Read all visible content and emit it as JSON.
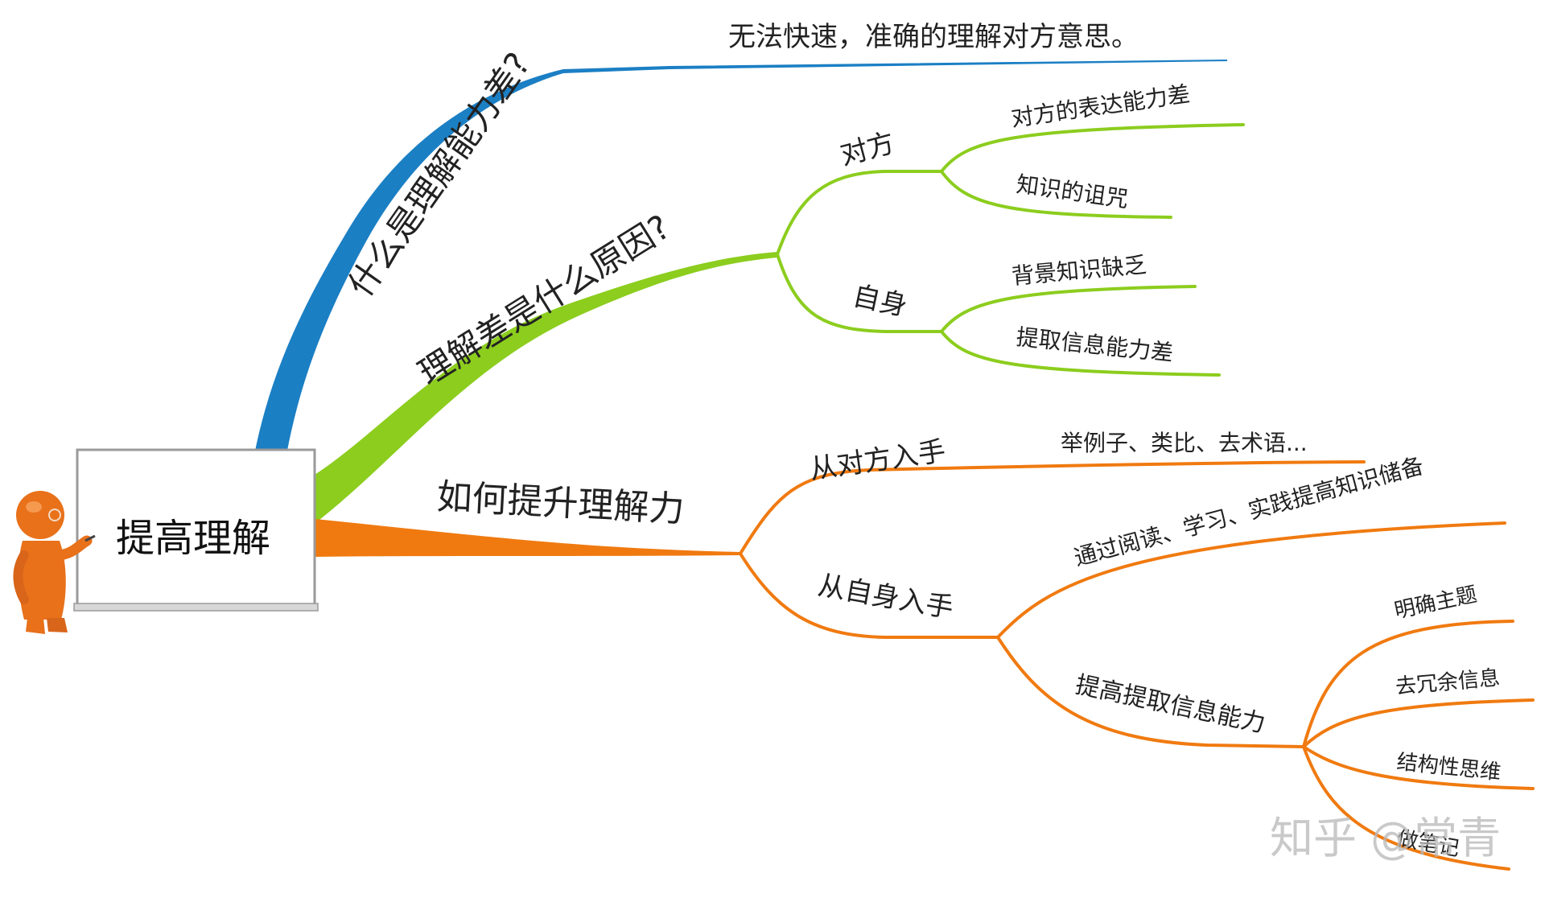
{
  "central_topic": "提高理解",
  "colors": {
    "blue": "#1b7fc4",
    "green": "#8ccd1e",
    "orange": "#f07a10",
    "figure_orange": "#e8711a",
    "board_border": "#9a9a9a"
  },
  "branches": {
    "what": {
      "label": "什么是理解能力差?",
      "answer": "无法快速，准确的理解对方意思。"
    },
    "why": {
      "label": "理解差是什么原因?",
      "other": {
        "label": "对方",
        "items": [
          "对方的表达能力差",
          "知识的诅咒"
        ]
      },
      "self": {
        "label": "自身",
        "items": [
          "背景知识缺乏",
          "提取信息能力差"
        ]
      }
    },
    "how": {
      "label": "如何提升理解力",
      "other": {
        "label": "从对方入手",
        "items": [
          "举例子、类比、去术语..."
        ]
      },
      "self": {
        "label": "从自身入手",
        "study": "通过阅读、学习、实践提高知识储备",
        "extract": {
          "label": "提高提取信息能力",
          "items": [
            "明确主题",
            "去冗余信息",
            "结构性思维",
            "做笔记"
          ]
        }
      }
    }
  },
  "watermark": "知乎 @常青",
  "icons": [
    "teacher-figure-icon",
    "whiteboard-icon"
  ]
}
